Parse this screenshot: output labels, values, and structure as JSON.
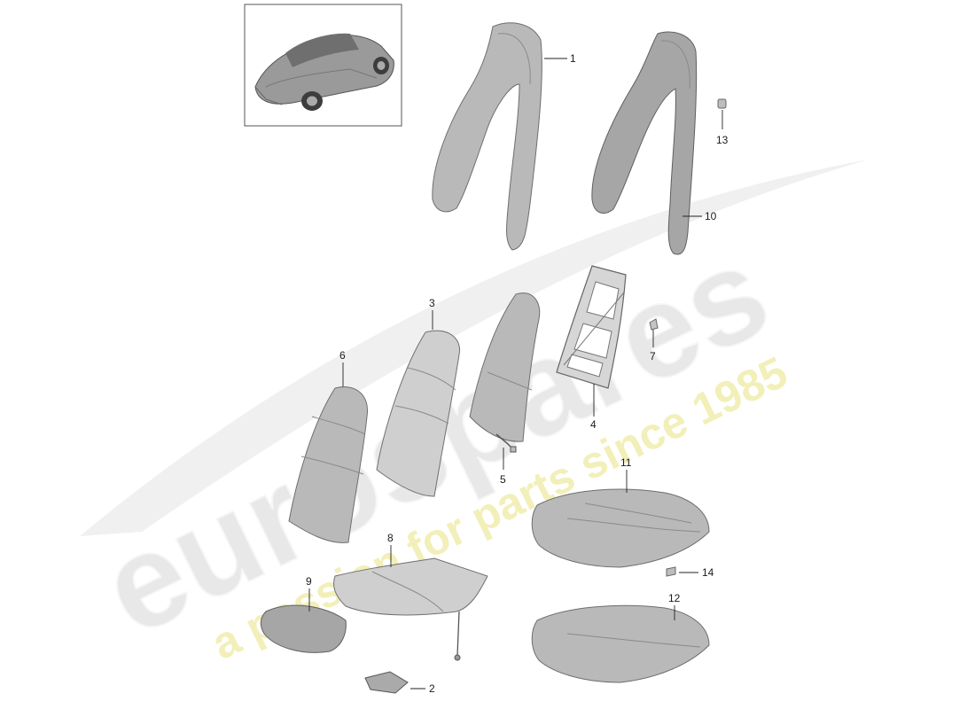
{
  "watermark": {
    "brand": "eurospares",
    "tagline": "a passion for parts since 1985"
  },
  "colors": {
    "watermark_brand": "#e9e9e9",
    "watermark_tagline": "#f3f0b0",
    "part_fill": "#b9b9b9",
    "line": "#222222"
  },
  "callouts": [
    {
      "id": "c1",
      "label": "1"
    },
    {
      "id": "c2",
      "label": "2"
    },
    {
      "id": "c3",
      "label": "3"
    },
    {
      "id": "c4",
      "label": "4"
    },
    {
      "id": "c5",
      "label": "5"
    },
    {
      "id": "c6",
      "label": "6"
    },
    {
      "id": "c7",
      "label": "7"
    },
    {
      "id": "c8",
      "label": "8"
    },
    {
      "id": "c9",
      "label": "9"
    },
    {
      "id": "c10",
      "label": "10"
    },
    {
      "id": "c11",
      "label": "11"
    },
    {
      "id": "c12",
      "label": "12"
    },
    {
      "id": "c13",
      "label": "13"
    },
    {
      "id": "c14",
      "label": "14"
    }
  ]
}
